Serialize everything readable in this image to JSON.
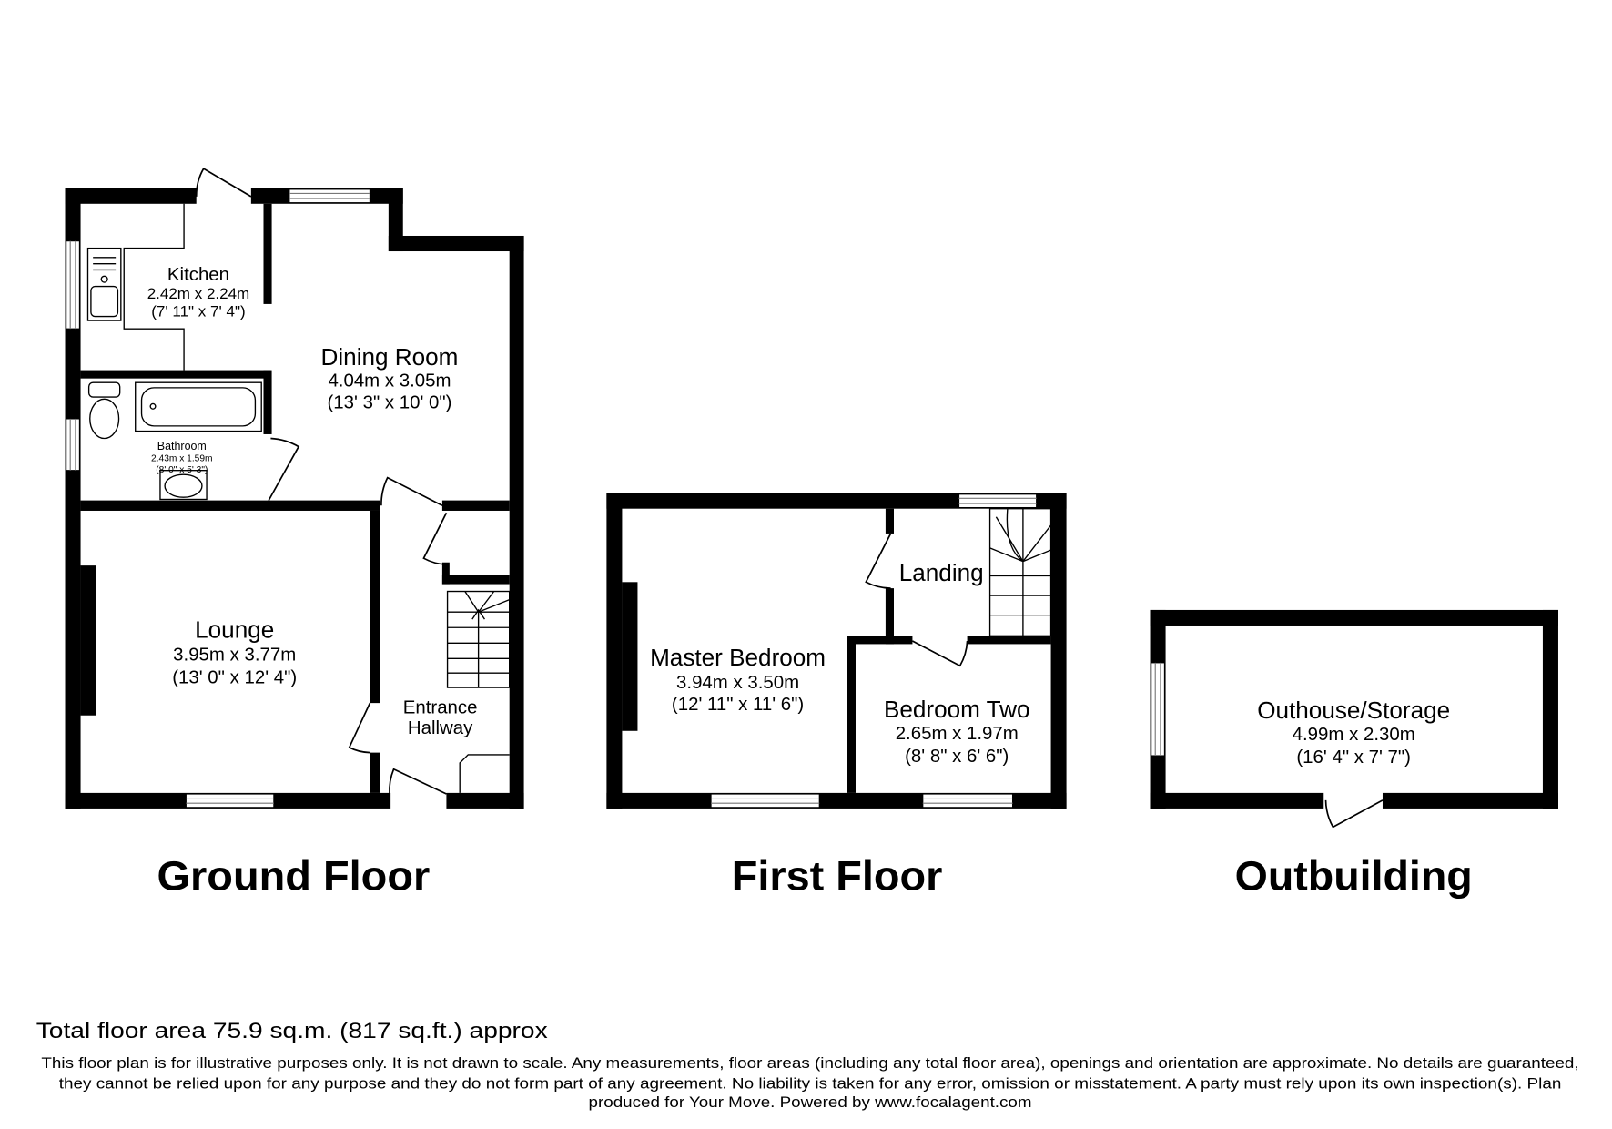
{
  "ground_floor": {
    "title": "Ground Floor",
    "kitchen": {
      "name": "Kitchen",
      "metric": "2.42m x 2.24m",
      "imperial": "(7' 11\" x 7' 4\")"
    },
    "dining_room": {
      "name": "Dining Room",
      "metric": "4.04m x 3.05m",
      "imperial": "(13' 3\" x 10' 0\")"
    },
    "bathroom": {
      "name": "Bathroom",
      "metric": "2.43m x 1.59m",
      "imperial": "(8' 0\" x 5' 3\")"
    },
    "lounge": {
      "name": "Lounge",
      "metric": "3.95m x 3.77m",
      "imperial": "(13' 0\" x 12' 4\")"
    },
    "entrance_hallway": {
      "name_line_1": "Entrance",
      "name_line_2": "Hallway"
    }
  },
  "first_floor": {
    "title": "First Floor",
    "master_bedroom": {
      "name": "Master Bedroom",
      "metric": "3.94m x 3.50m",
      "imperial": "(12' 11\" x 11' 6\")"
    },
    "landing": {
      "name": "Landing"
    },
    "bedroom_two": {
      "name": "Bedroom Two",
      "metric": "2.65m x 1.97m",
      "imperial": "(8' 8\" x 6' 6\")"
    }
  },
  "outbuilding": {
    "title": "Outbuilding",
    "outhouse_storage": {
      "name": "Outhouse/Storage",
      "metric": "4.99m x 2.30m",
      "imperial": "(16' 4\" x 7' 7\")"
    }
  },
  "total_floor_area": "Total floor area 75.9 sq.m. (817 sq.ft.) approx",
  "disclaimer": [
    "This floor plan is for illustrative purposes only. It is not drawn to scale. Any measurements, floor areas (including any total floor area), openings and orientation are approximate. No details are guaranteed,",
    "they cannot be relied upon for any purpose and they do not form part of any agreement. No liability is taken for any error, omission or misstatement. A party must rely upon its own inspection(s).  Plan",
    "produced for Your Move. Powered by www.focalagent.com"
  ],
  "colors": {
    "walls": "#000000",
    "background": "#ffffff",
    "text": "#000000"
  }
}
